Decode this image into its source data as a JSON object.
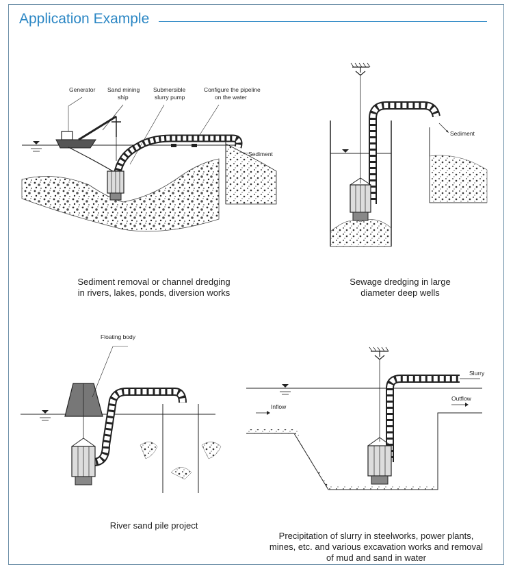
{
  "title": "Application Example",
  "panels": [
    {
      "labels": {
        "generator": "Generator",
        "sand_ship_1": "Sand mining",
        "sand_ship_2": "ship",
        "pump_1": "Submersible",
        "pump_2": "slurry pump",
        "pipeline_1": "Configure the pipeline",
        "pipeline_2": "on the water",
        "sediment": "Sediment"
      },
      "caption": [
        "Sediment removal or channel dredging",
        "in rivers, lakes, ponds, diversion works"
      ]
    },
    {
      "labels": {
        "sediment": "Sediment"
      },
      "caption": [
        "Sewage dredging in large",
        "diameter deep wells"
      ]
    },
    {
      "labels": {
        "floating_body": "Floating body"
      },
      "caption": [
        "River sand pile project"
      ]
    },
    {
      "labels": {
        "slurry": "Slurry",
        "outflow": "Outflow",
        "inflow": "Inflow"
      },
      "caption": [
        "Precipitation of slurry in steelworks, power plants,",
        "mines, etc. and various excavation works and removal",
        "of mud and sand in water"
      ]
    }
  ],
  "colors": {
    "title": "#2a86c4",
    "frame": "#6c8fa8",
    "ink": "#222222"
  }
}
